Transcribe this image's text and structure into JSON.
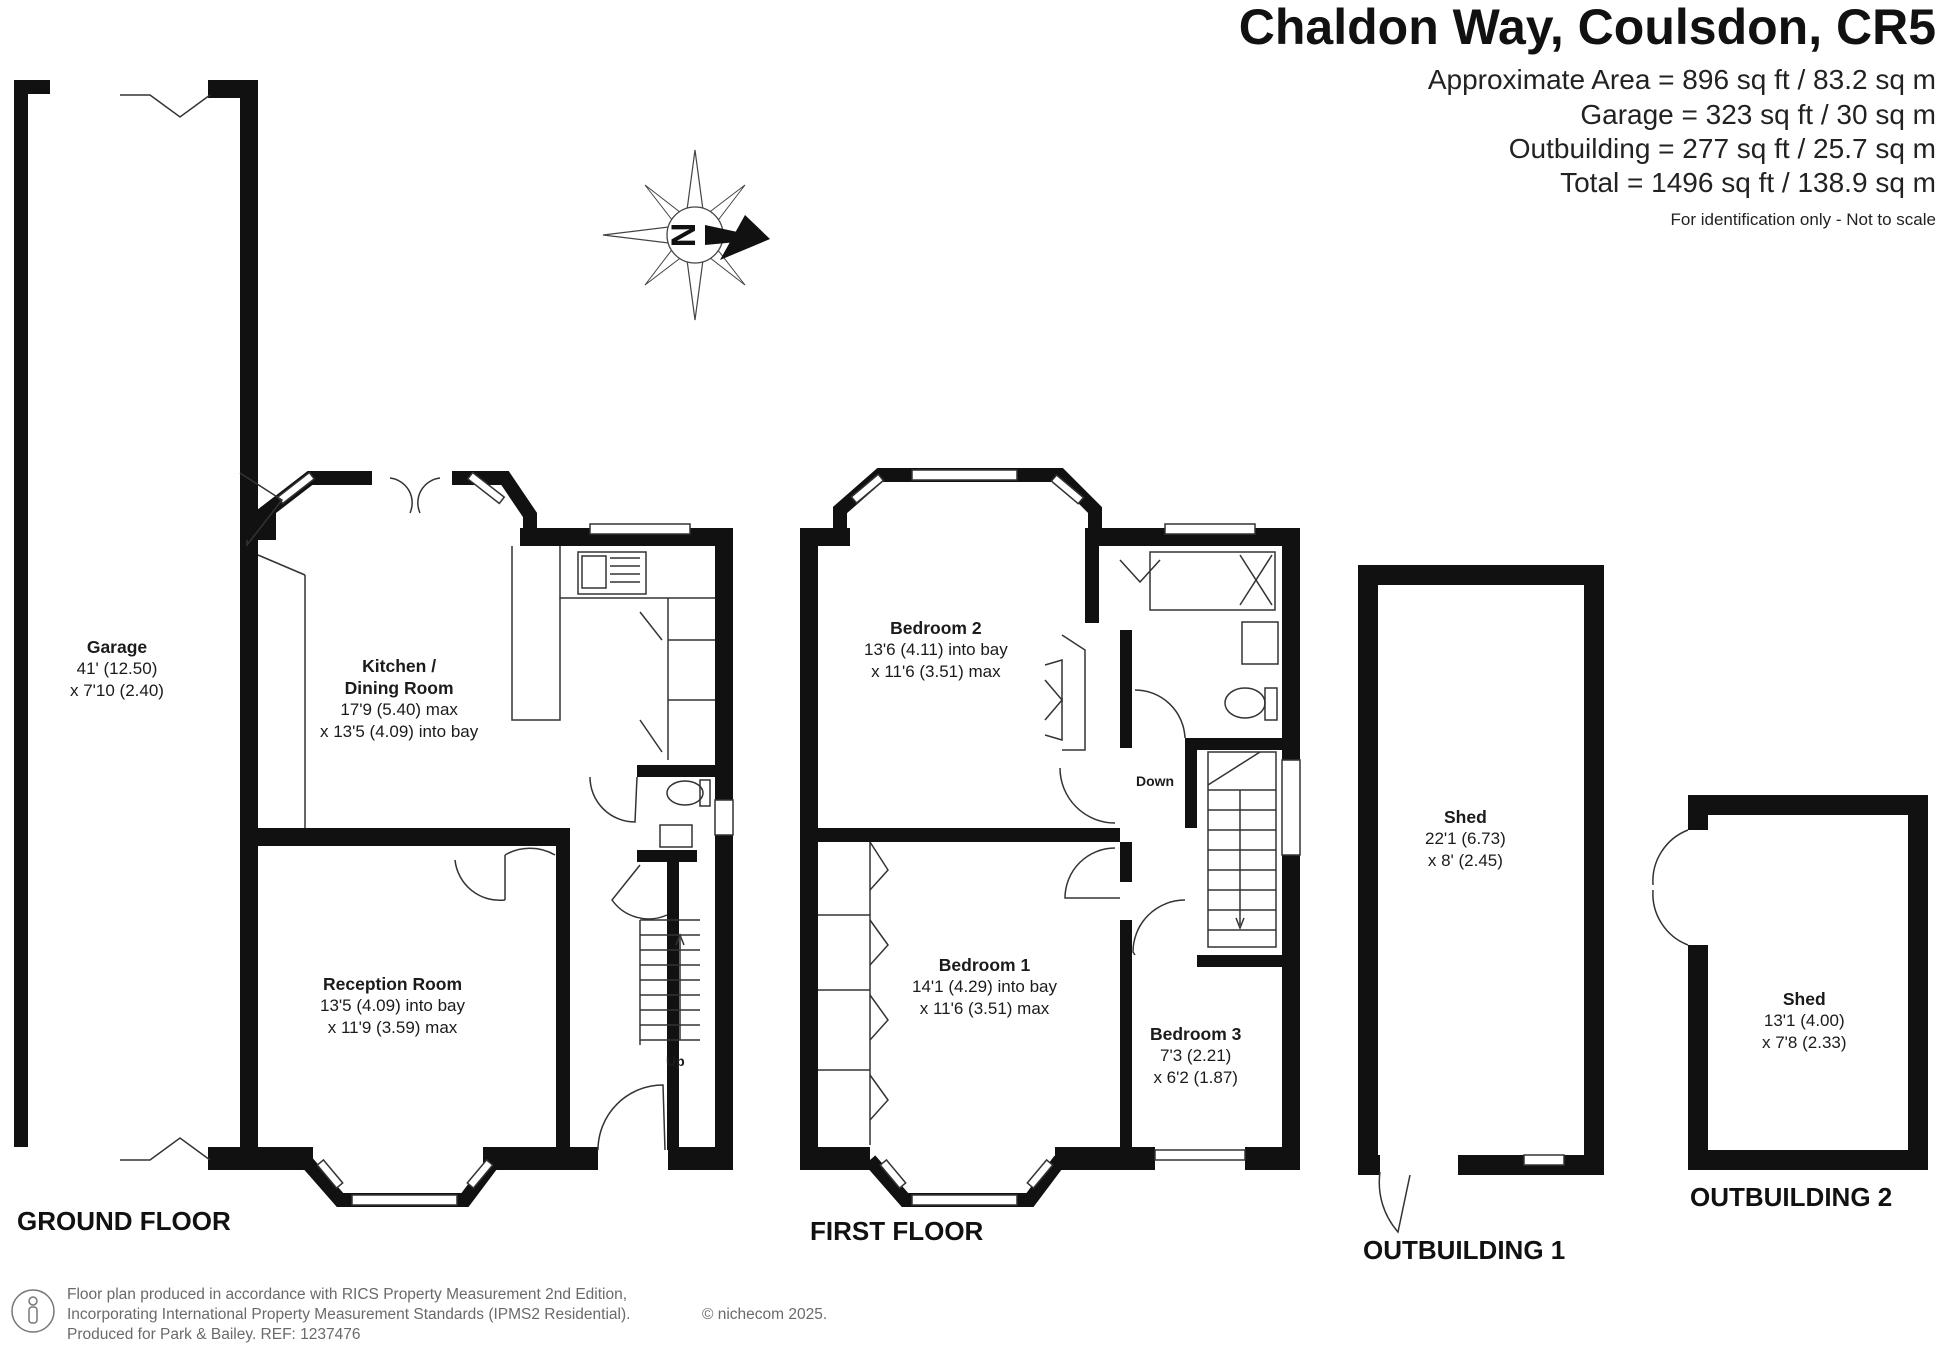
{
  "header": {
    "title": "Chaldon Way, Coulsdon, CR5",
    "areas": [
      "Approximate Area = 896 sq ft / 83.2 sq m",
      "Garage = 323 sq ft / 30 sq m",
      "Outbuilding = 277 sq ft / 25.7 sq m",
      "Total = 1496 sq ft / 138.9 sq m"
    ],
    "note": "For identification only - Not to scale"
  },
  "compass": {
    "letter": "N",
    "icon": "compass-rose-icon"
  },
  "floors": {
    "ground": "GROUND FLOOR",
    "first": "FIRST FLOOR",
    "out1": "OUTBUILDING 1",
    "out2": "OUTBUILDING 2"
  },
  "rooms": {
    "garage": {
      "name": "Garage",
      "dim1": "41' (12.50)",
      "dim2": "x 7'10 (2.40)"
    },
    "kitchen": {
      "name1": "Kitchen /",
      "name2": "Dining Room",
      "dim1": "17'9 (5.40) max",
      "dim2": "x 13'5 (4.09) into bay"
    },
    "reception": {
      "name": "Reception Room",
      "dim1": "13'5 (4.09) into bay",
      "dim2": "x 11'9 (3.59) max"
    },
    "bedroom2": {
      "name": "Bedroom 2",
      "dim1": "13'6 (4.11) into bay",
      "dim2": "x 11'6 (3.51) max"
    },
    "bedroom1": {
      "name": "Bedroom 1",
      "dim1": "14'1 (4.29) into bay",
      "dim2": "x 11'6 (3.51) max"
    },
    "bedroom3": {
      "name": "Bedroom 3",
      "dim1": "7'3 (2.21)",
      "dim2": "x 6'2 (1.87)"
    },
    "shed1": {
      "name": "Shed",
      "dim1": "22'1 (6.73)",
      "dim2": "x 8' (2.45)"
    },
    "shed2": {
      "name": "Shed",
      "dim1": "13'1 (4.00)",
      "dim2": "x 7'8 (2.33)"
    }
  },
  "stairs": {
    "up": "Up",
    "down": "Down"
  },
  "footer": {
    "line1": "Floor plan produced in accordance with RICS Property Measurement 2nd Edition,",
    "line2": "Incorporating International Property Measurement Standards (IPMS2 Residential).",
    "line3": "Produced for Park & Bailey.   REF:  1237476",
    "copyright": "© nichecom 2025."
  },
  "colors": {
    "wall": "#111111",
    "line": "#333333"
  }
}
